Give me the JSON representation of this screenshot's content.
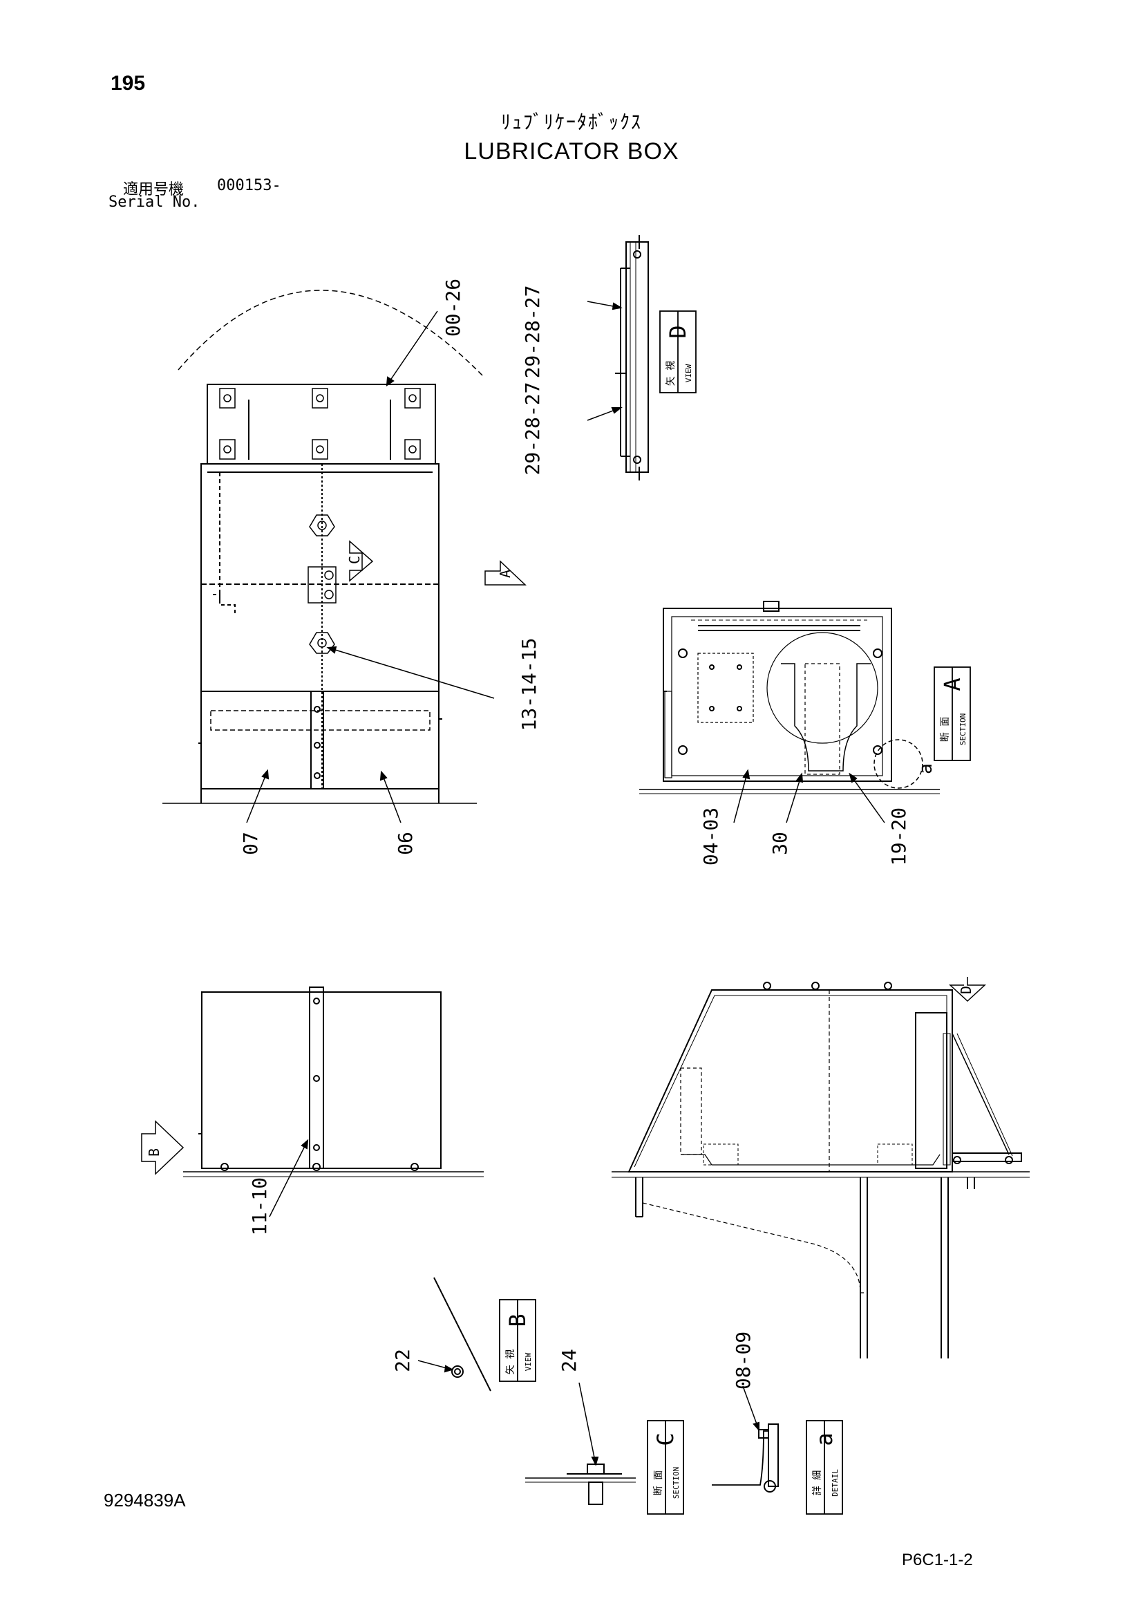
{
  "page_number": "195",
  "title": {
    "japanese": "ﾘｭﾌﾞﾘｹｰﾀﾎﾞｯｸｽ",
    "english": "LUBRICATOR BOX"
  },
  "serial": {
    "label_jp": "適用号機",
    "value": "000153-",
    "label_en": "Serial No."
  },
  "callouts": {
    "c_00_26": "00-26",
    "c_29_28_27_top": "29-28-27",
    "c_29_28_27_bottom": "29-28-27",
    "c_13_14_15": "13-14-15",
    "c_07": "07",
    "c_06": "06",
    "c_04_03": "04-03",
    "c_30": "30",
    "c_19_20": "19-20",
    "c_11_10": "11-10",
    "c_22": "22",
    "c_24": "24",
    "c_08_09": "08-09"
  },
  "view_markers": {
    "a_arrow": "A",
    "b_arrow": "B",
    "c_arrow": "C",
    "d_arrow": "D",
    "detail_circle": "a"
  },
  "view_labels": {
    "view_d": {
      "letter": "D",
      "jp": "矢 視",
      "en": "VIEW"
    },
    "section_a": {
      "letter": "A",
      "jp": "断 面",
      "en": "SECTION"
    },
    "view_b": {
      "letter": "B",
      "jp": "矢 視",
      "en": "VIEW"
    },
    "section_c": {
      "letter": "C",
      "jp": "断 面",
      "en": "SECTION"
    },
    "detail_a": {
      "letter": "a",
      "jp": "詳 細",
      "en": "DETAIL"
    }
  },
  "drawing_number": "9294839A",
  "page_reference": "P6C1-1-2"
}
